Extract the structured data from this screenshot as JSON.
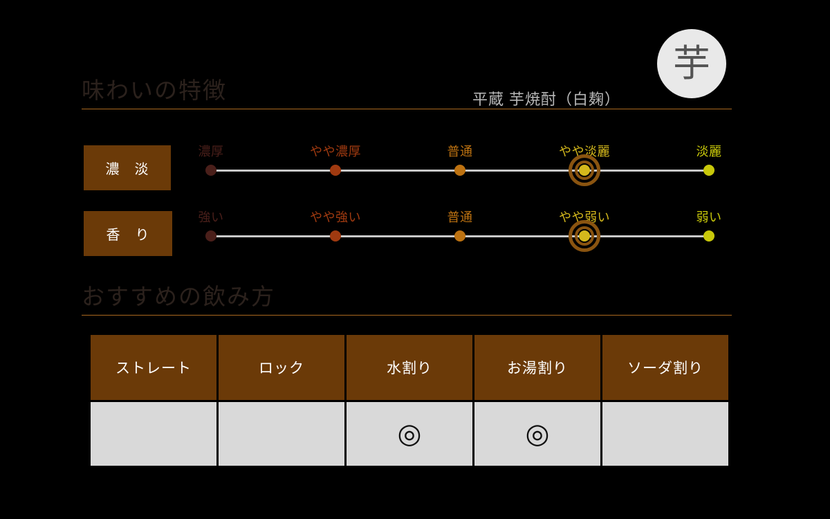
{
  "product": {
    "name": "平蔵 芋焼酎（白麹）",
    "badge_char": "芋",
    "badge_name": "imo-badge"
  },
  "taste_section": {
    "title": "味わいの特徴",
    "rows": [
      {
        "label": "濃　淡",
        "selected_index": 3,
        "points": [
          {
            "label": "濃厚",
            "color": "#4a1f1a"
          },
          {
            "label": "やや濃厚",
            "color": "#a03a10"
          },
          {
            "label": "普通",
            "color": "#bd7211"
          },
          {
            "label": "やや淡麗",
            "color": "#d4b81c"
          },
          {
            "label": "淡麗",
            "color": "#c8c80a"
          }
        ]
      },
      {
        "label": "香　り",
        "selected_index": 3,
        "points": [
          {
            "label": "強い",
            "color": "#4a1f1a"
          },
          {
            "label": "やや強い",
            "color": "#a03a10"
          },
          {
            "label": "普通",
            "color": "#bd7211"
          },
          {
            "label": "やや弱い",
            "color": "#d4b81c"
          },
          {
            "label": "弱い",
            "color": "#c8c80a"
          }
        ]
      }
    ]
  },
  "drink_section": {
    "title": "おすすめの飲み方",
    "columns": [
      "ストレート",
      "ロック",
      "水割り",
      "お湯割り",
      "ソーダ割り"
    ],
    "marks": [
      "",
      "",
      "◎",
      "◎",
      ""
    ]
  },
  "colors": {
    "background": "#000000",
    "brand_brown": "#6b3a08",
    "rule": "#a9681f",
    "heading": "#2b211c",
    "product_text": "#b8b8b8",
    "badge_bg": "#e9e9e9",
    "badge_text": "#545454",
    "track": "#c9c9c9",
    "cell_bg": "#d9d9d9",
    "ring": "#8a5410"
  }
}
